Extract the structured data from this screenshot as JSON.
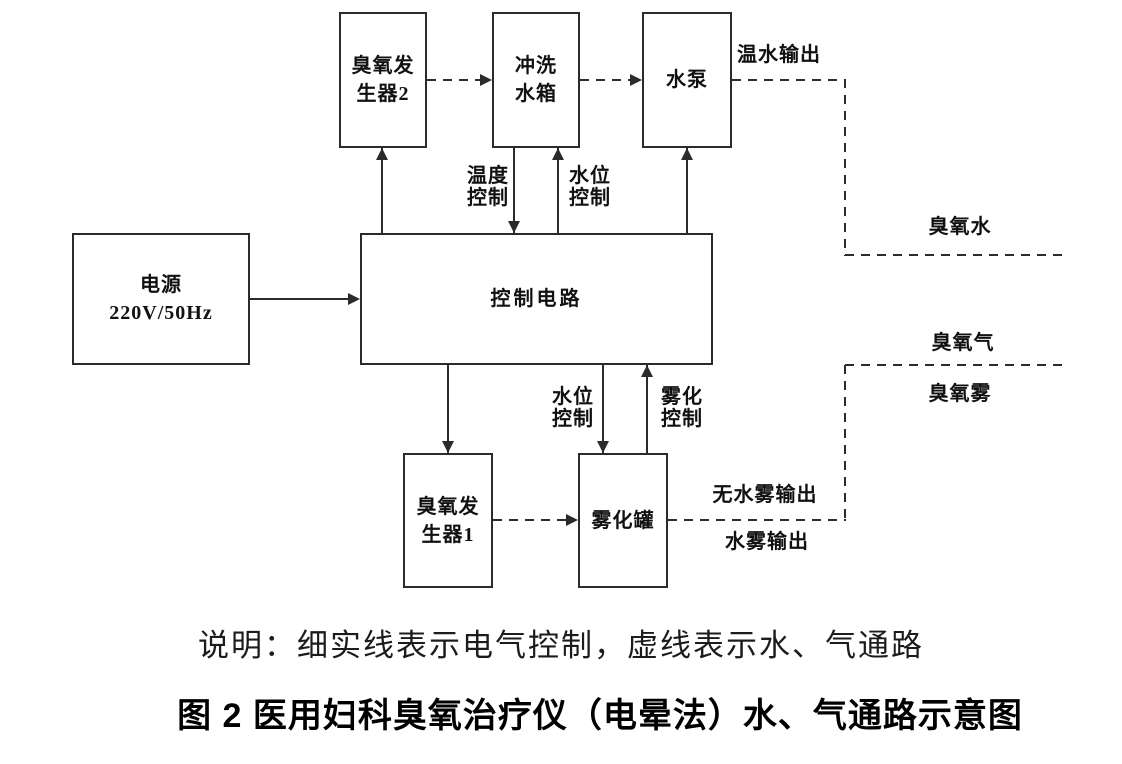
{
  "figure": {
    "boxes": {
      "ozone_generator_2": "臭氧发\n生器2",
      "flush_tank": "冲洗\n水箱",
      "water_pump": "水泵",
      "power_supply": "电源\n220V/50Hz",
      "control_circuit": "控制电路",
      "ozone_generator_1": "臭氧发\n生器1",
      "atomizer_tank": "雾化罐"
    },
    "line_labels": {
      "warm_water_output": "温水输出",
      "ozone_water": "臭氧水",
      "temperature_control": "温度\n控制",
      "water_level_control_top": "水位\n控制",
      "water_level_control_bottom": "水位\n控制",
      "atomization_control": "雾化\n控制",
      "no_water_mist_output": "无水雾输出",
      "water_mist_output": "水雾输出",
      "ozone_gas": "臭氧气",
      "ozone_mist": "臭氧雾"
    },
    "caption": {
      "note": "说明：细实线表示电气控制，虚线表示水、气通路",
      "title": "图 2 医用妇科臭氧治疗仪（电晕法）水、气通路示意图"
    },
    "colors": {
      "line": "#2b2b2b",
      "text": "#111111",
      "background": "#ffffff"
    }
  }
}
